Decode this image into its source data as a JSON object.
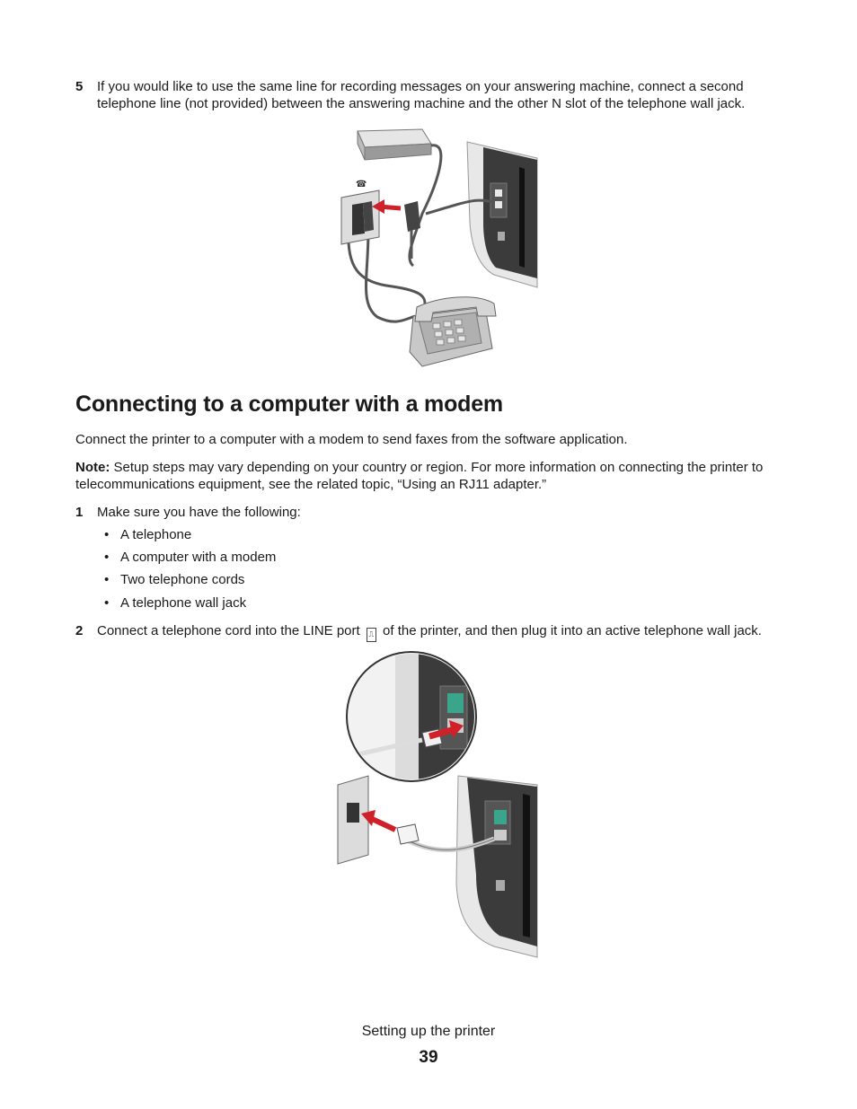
{
  "step5": {
    "number": "5",
    "text": "If you would like to use the same line for recording messages on your answering machine, connect a second telephone line (not provided) between the answering machine and the other N slot of the telephone wall jack."
  },
  "section": {
    "title": "Connecting to a computer with a modem",
    "intro": "Connect the printer to a computer with a modem to send faxes from the software application.",
    "note_label": "Note:",
    "note_text": " Setup steps may vary depending on your country or region. For more information on connecting the printer to telecommunications equipment, see the related topic, “Using an RJ11 adapter.”"
  },
  "step1": {
    "number": "1",
    "text": "Make sure you have the following:",
    "items": [
      "A telephone",
      "A computer with a modem",
      "Two telephone cords",
      "A telephone wall jack"
    ]
  },
  "step2": {
    "number": "2",
    "text_before": "Connect a telephone cord into the LINE port ",
    "text_after": " of the printer, and then plug it into an active telephone wall jack."
  },
  "footer": {
    "title": "Setting up the printer",
    "page": "39"
  }
}
